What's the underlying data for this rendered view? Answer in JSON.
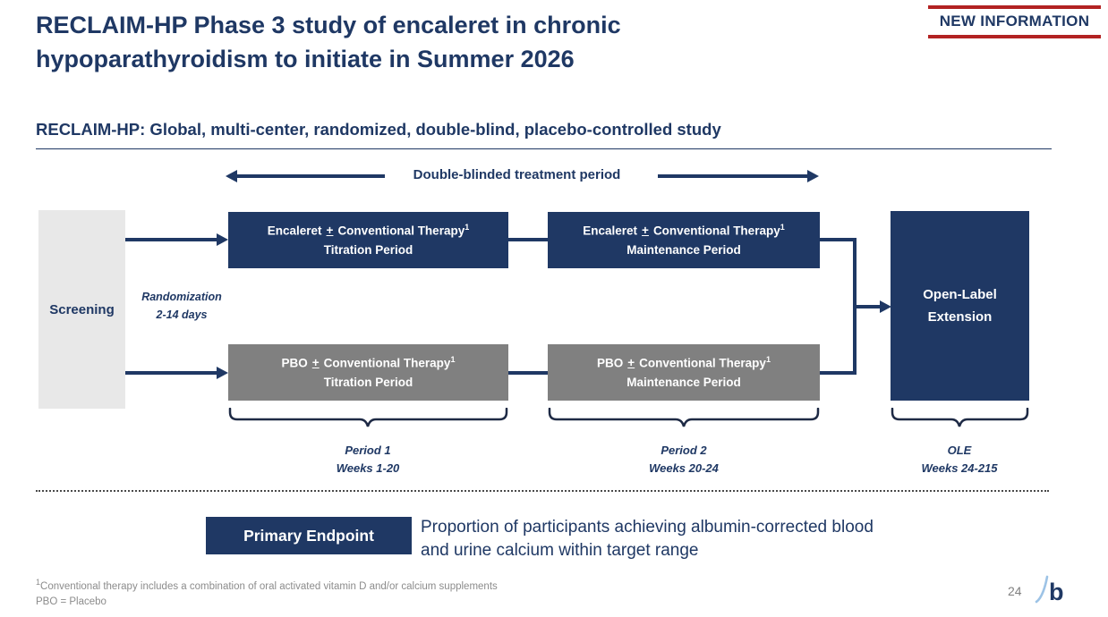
{
  "slide": {
    "title": "RECLAIM-HP Phase 3 study of encaleret in chronic hypoparathyroidism to initiate in Summer 2026",
    "badge": "NEW INFORMATION",
    "subtitle": "RECLAIM-HP: Global, multi-center, randomized, double-blind, placebo-controlled study",
    "page_number": "24",
    "logo_text": "b"
  },
  "diagram": {
    "top_label": "Double-blinded treatment period",
    "screening": "Screening",
    "randomization_line1": "Randomization",
    "randomization_line2": "2-14 days",
    "boxes": {
      "enc_titration": {
        "pre": "Encaleret",
        "plus": "+",
        "post": "Conventional Therapy",
        "sup": "1",
        "line2": "Titration Period"
      },
      "enc_maintenance": {
        "pre": "Encaleret",
        "plus": "+",
        "post": "Conventional Therapy",
        "sup": "1",
        "line2": "Maintenance Period"
      },
      "pbo_titration": {
        "pre": "PBO",
        "plus": "+",
        "post": "Conventional Therapy",
        "sup": "1",
        "line2": "Titration Period"
      },
      "pbo_maintenance": {
        "pre": "PBO",
        "plus": "+",
        "post": "Conventional Therapy",
        "sup": "1",
        "line2": "Maintenance Period"
      },
      "ole": {
        "line1": "Open-Label",
        "line2": "Extension"
      }
    },
    "periods": [
      {
        "line1": "Period 1",
        "line2": "Weeks 1-20"
      },
      {
        "line1": "Period 2",
        "line2": "Weeks 20-24"
      },
      {
        "line1": "OLE",
        "line2": "Weeks 24-215"
      }
    ]
  },
  "endpoint": {
    "label": "Primary Endpoint",
    "text": "Proportion of participants achieving albumin-corrected blood and urine calcium within target range"
  },
  "footnotes": {
    "sup": "1",
    "line1": "Conventional therapy includes a combination of oral activated vitamin D and/or calcium supplements",
    "line2": "PBO = Placebo"
  },
  "colors": {
    "navy": "#1f3864",
    "treatment_gray": "#808080",
    "screening_gray": "#e8e8e8",
    "badge_red": "#b22222",
    "footnote_gray": "#8c8c8c",
    "logo_blue": "#9dc3e6"
  }
}
